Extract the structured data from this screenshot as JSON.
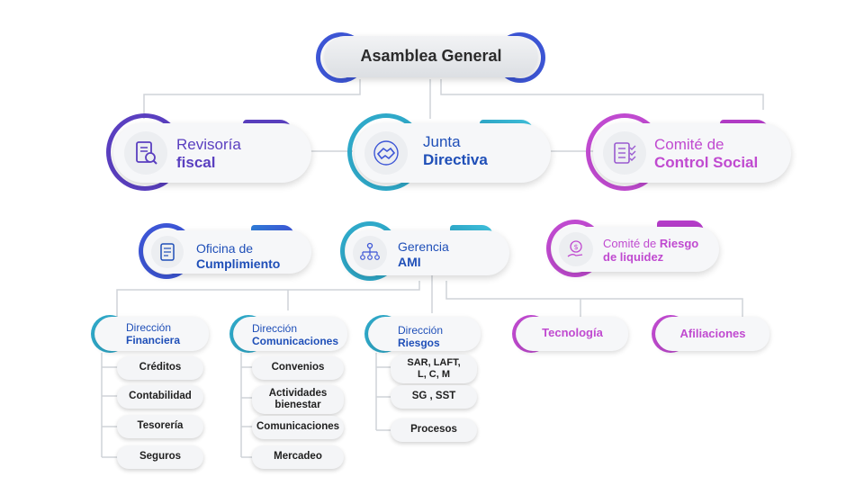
{
  "colors": {
    "purple": "#5a3fc0",
    "blue": "#3d56d6",
    "teal": "#2fa9c9",
    "pink": "#c04ad0",
    "magenta": "#b43cc8",
    "dark_text": "#2b2b2b",
    "blue_text": "#1f4fb8",
    "line": "#cfd3d8"
  },
  "top": {
    "label": "Asamblea General"
  },
  "row1": {
    "revisoria": {
      "line1": "Revisoría",
      "line2": "fiscal",
      "icon": "audit-document-icon"
    },
    "junta": {
      "line1": "Junta",
      "line2": "Directiva",
      "icon": "handshake-circle-icon"
    },
    "comite_control": {
      "line1": "Comité de",
      "line2": "Control Social",
      "icon": "checklist-icon"
    }
  },
  "row2": {
    "oficina": {
      "line1": "Oficina de",
      "line2": "Cumplimiento",
      "icon": "document-icon"
    },
    "gerencia": {
      "line1": "Gerencia",
      "line2": "AMI",
      "icon": "team-hierarchy-icon"
    },
    "comite_riesgo": {
      "line1a": "Comité de ",
      "line1b": "Riesgo",
      "line2": "de liquidez",
      "icon": "hand-coin-icon"
    }
  },
  "departments": {
    "financiera": {
      "line1": "Dirección",
      "line2": "Financiera",
      "items": [
        "Créditos",
        "Contabilidad",
        "Tesorería",
        "Seguros"
      ]
    },
    "comunicaciones": {
      "line1": "Dirección",
      "line2": "Comunicaciones",
      "items": [
        "Convenios",
        "Actividades bienestar",
        "Comunicaciones",
        "Mercadeo"
      ]
    },
    "riesgos": {
      "line1": "Dirección",
      "line2": "Riesgos",
      "items": [
        "SAR, LAFT, L, C, M",
        "SG , SST",
        "Procesos"
      ]
    },
    "tecnologia": {
      "label": "Tecnología"
    },
    "afiliaciones": {
      "label": "Afiliaciones"
    }
  }
}
